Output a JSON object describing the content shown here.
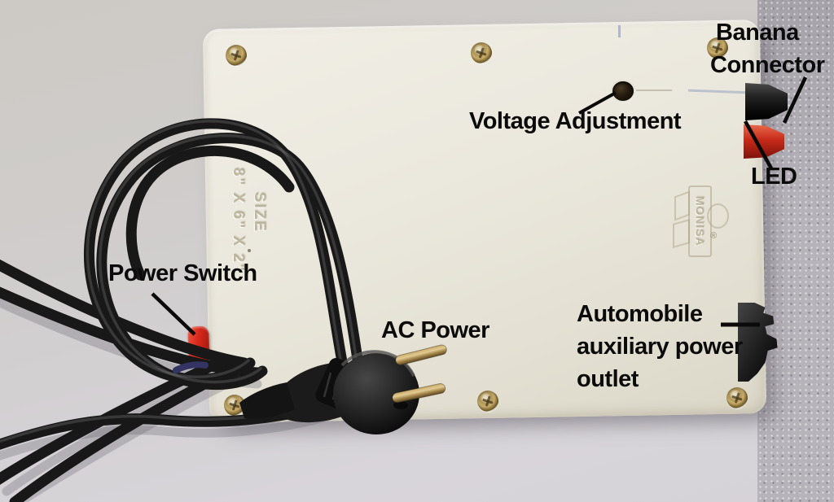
{
  "annotations": {
    "banana_connector": {
      "line1": "Banana",
      "line2": "Connector"
    },
    "voltage_adjustment": {
      "label": "Voltage Adjustment"
    },
    "led": {
      "label": "LED"
    },
    "power_switch": {
      "label": "Power Switch"
    },
    "ac_power": {
      "label": "AC Power"
    },
    "automobile_outlet": {
      "line1": "Automobile",
      "line2": "auxiliary power",
      "line3": "outlet"
    }
  },
  "device": {
    "embossed_size": {
      "line1": "SIZE",
      "line2": "8\" X 6\" X 2\""
    },
    "logo": {
      "brand": "MONISA",
      "registered_mark": "®"
    },
    "colors": {
      "enclosure": "#e9e6dc",
      "power_switch": "#d6281a",
      "banana_connector_black": "#1a1a1a",
      "banana_connector_red": "#c62a18",
      "cable": "#181818",
      "annotation_text": "#0b0b0b",
      "background": "#d0cdce"
    }
  }
}
